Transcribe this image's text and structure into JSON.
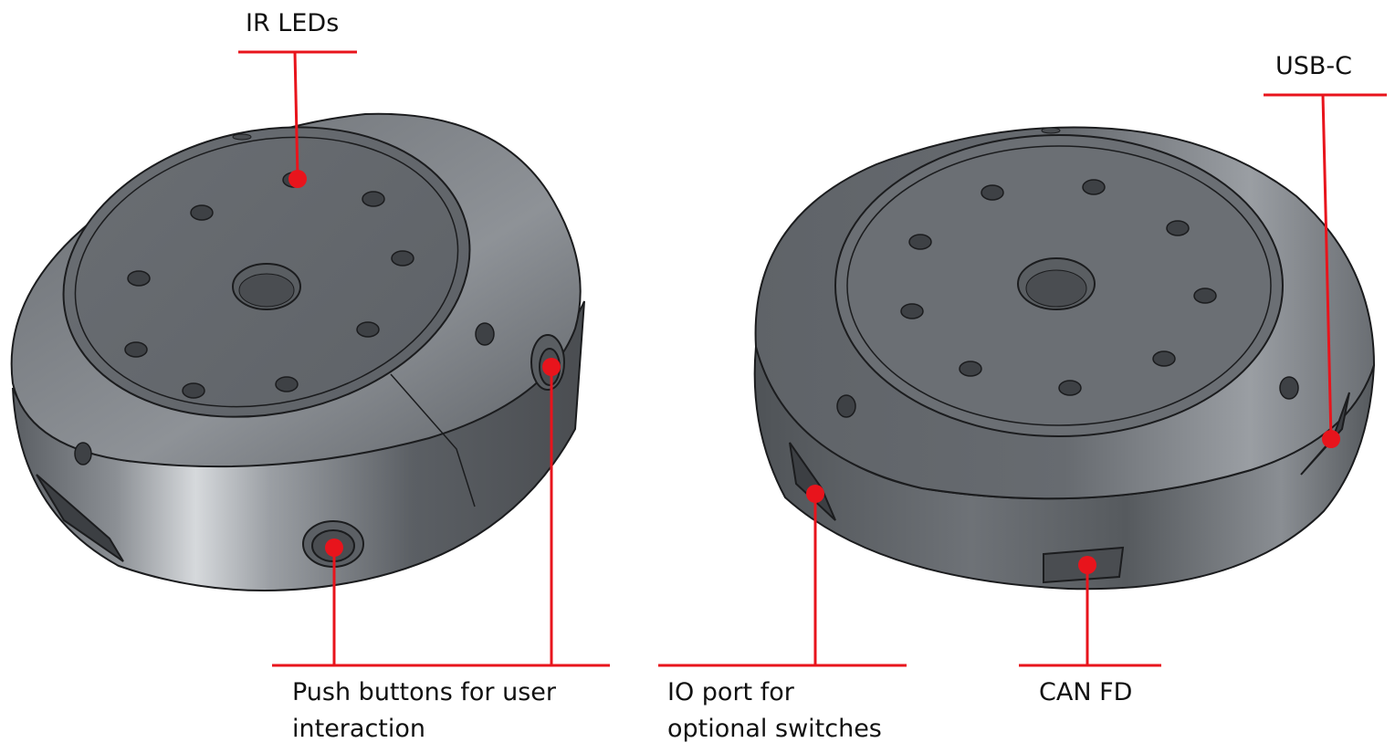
{
  "labels": {
    "ir_leds": "IR LEDs",
    "usb_c": "USB-C",
    "push_buttons_line1": "Push buttons for user",
    "push_buttons_line2": "interaction",
    "io_port_line1": "IO port for",
    "io_port_line2": "optional switches",
    "can_fd": "CAN FD"
  },
  "colors": {
    "callout": "#e8141c",
    "body_dark": "#4f5256",
    "body_mid": "#62666b",
    "body_light": "#c9ccd0",
    "outline": "#1b1c1e"
  }
}
